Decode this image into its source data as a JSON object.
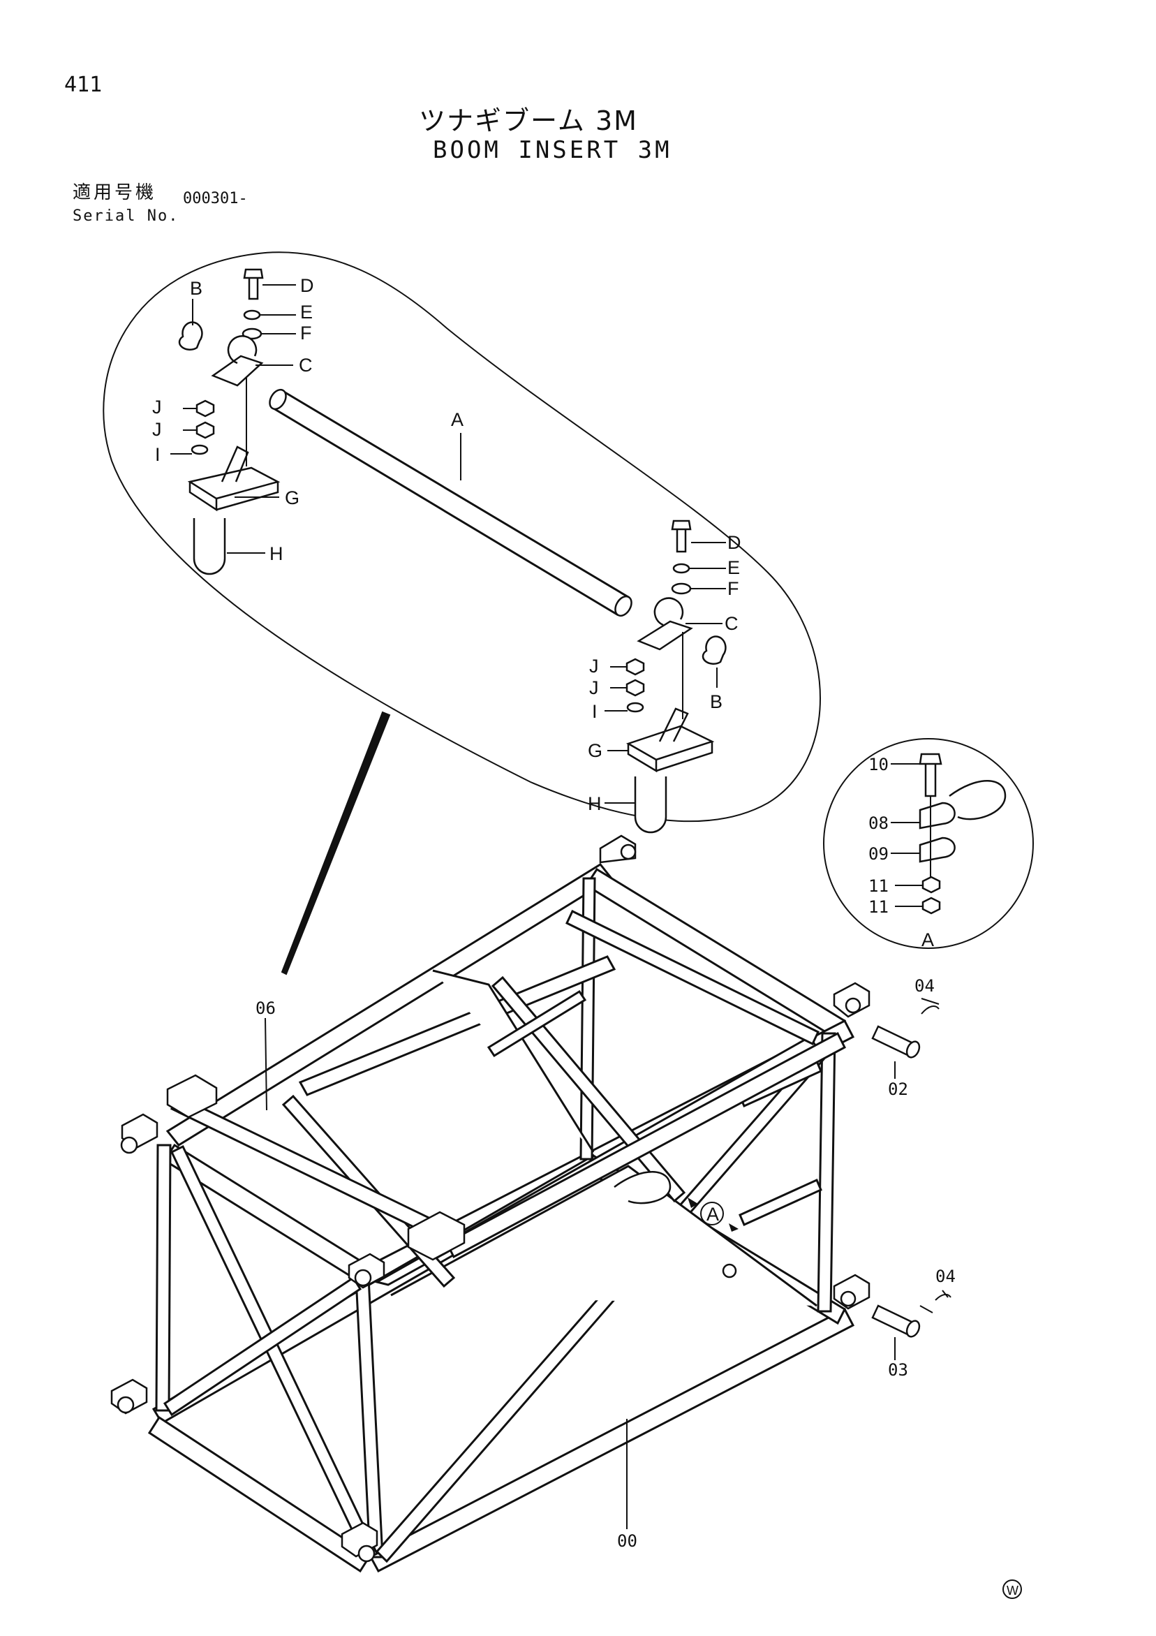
{
  "header": {
    "page_number": "411",
    "title_jp": "ツナギブーム 3M",
    "title_en": "BOOM INSERT 3M"
  },
  "serial": {
    "label_jp": "適用号機",
    "label_en": "Serial No.",
    "value": "000301-"
  },
  "callouts": {
    "upper_left": {
      "B": "B",
      "D": "D",
      "E": "E",
      "F": "F",
      "C": "C",
      "J1": "J",
      "J2": "J",
      "I": "I",
      "G": "G",
      "H": "H"
    },
    "shaft": {
      "A": "A"
    },
    "upper_right": {
      "D": "D",
      "E": "E",
      "F": "F",
      "C": "C",
      "J1": "J",
      "J2": "J",
      "B": "B",
      "I": "I",
      "G": "G",
      "H": "H"
    },
    "detail_a": {
      "p10": "10",
      "p08": "08",
      "p09": "09",
      "p11a": "11",
      "p11b": "11",
      "A": "A"
    },
    "main": {
      "p06": "06",
      "p04a": "04",
      "p02": "02",
      "p04b": "04",
      "p03": "03",
      "p00": "00",
      "view_a": "A"
    }
  },
  "footer_mark": "W"
}
